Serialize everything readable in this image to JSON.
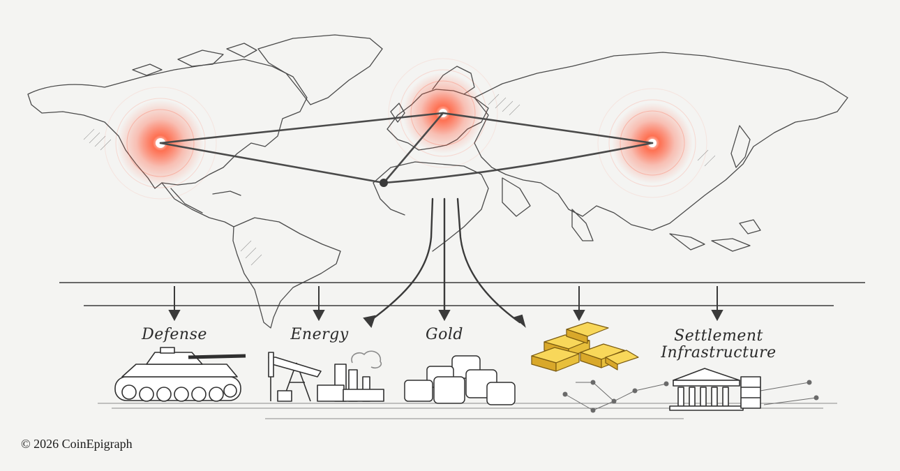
{
  "diagram": {
    "labels": {
      "defense": "Defense",
      "energy": "Energy",
      "gold": "Gold",
      "settlement_line1": "Settlement",
      "settlement_line2": "Infrastructure"
    },
    "copyright": "© 2026 CoinEpigraph",
    "colors": {
      "hotspot": "#ff5a3c",
      "ink": "#3a3a3a",
      "gold_bar": "#f3c43a",
      "background": "#f4f4f2"
    }
  }
}
